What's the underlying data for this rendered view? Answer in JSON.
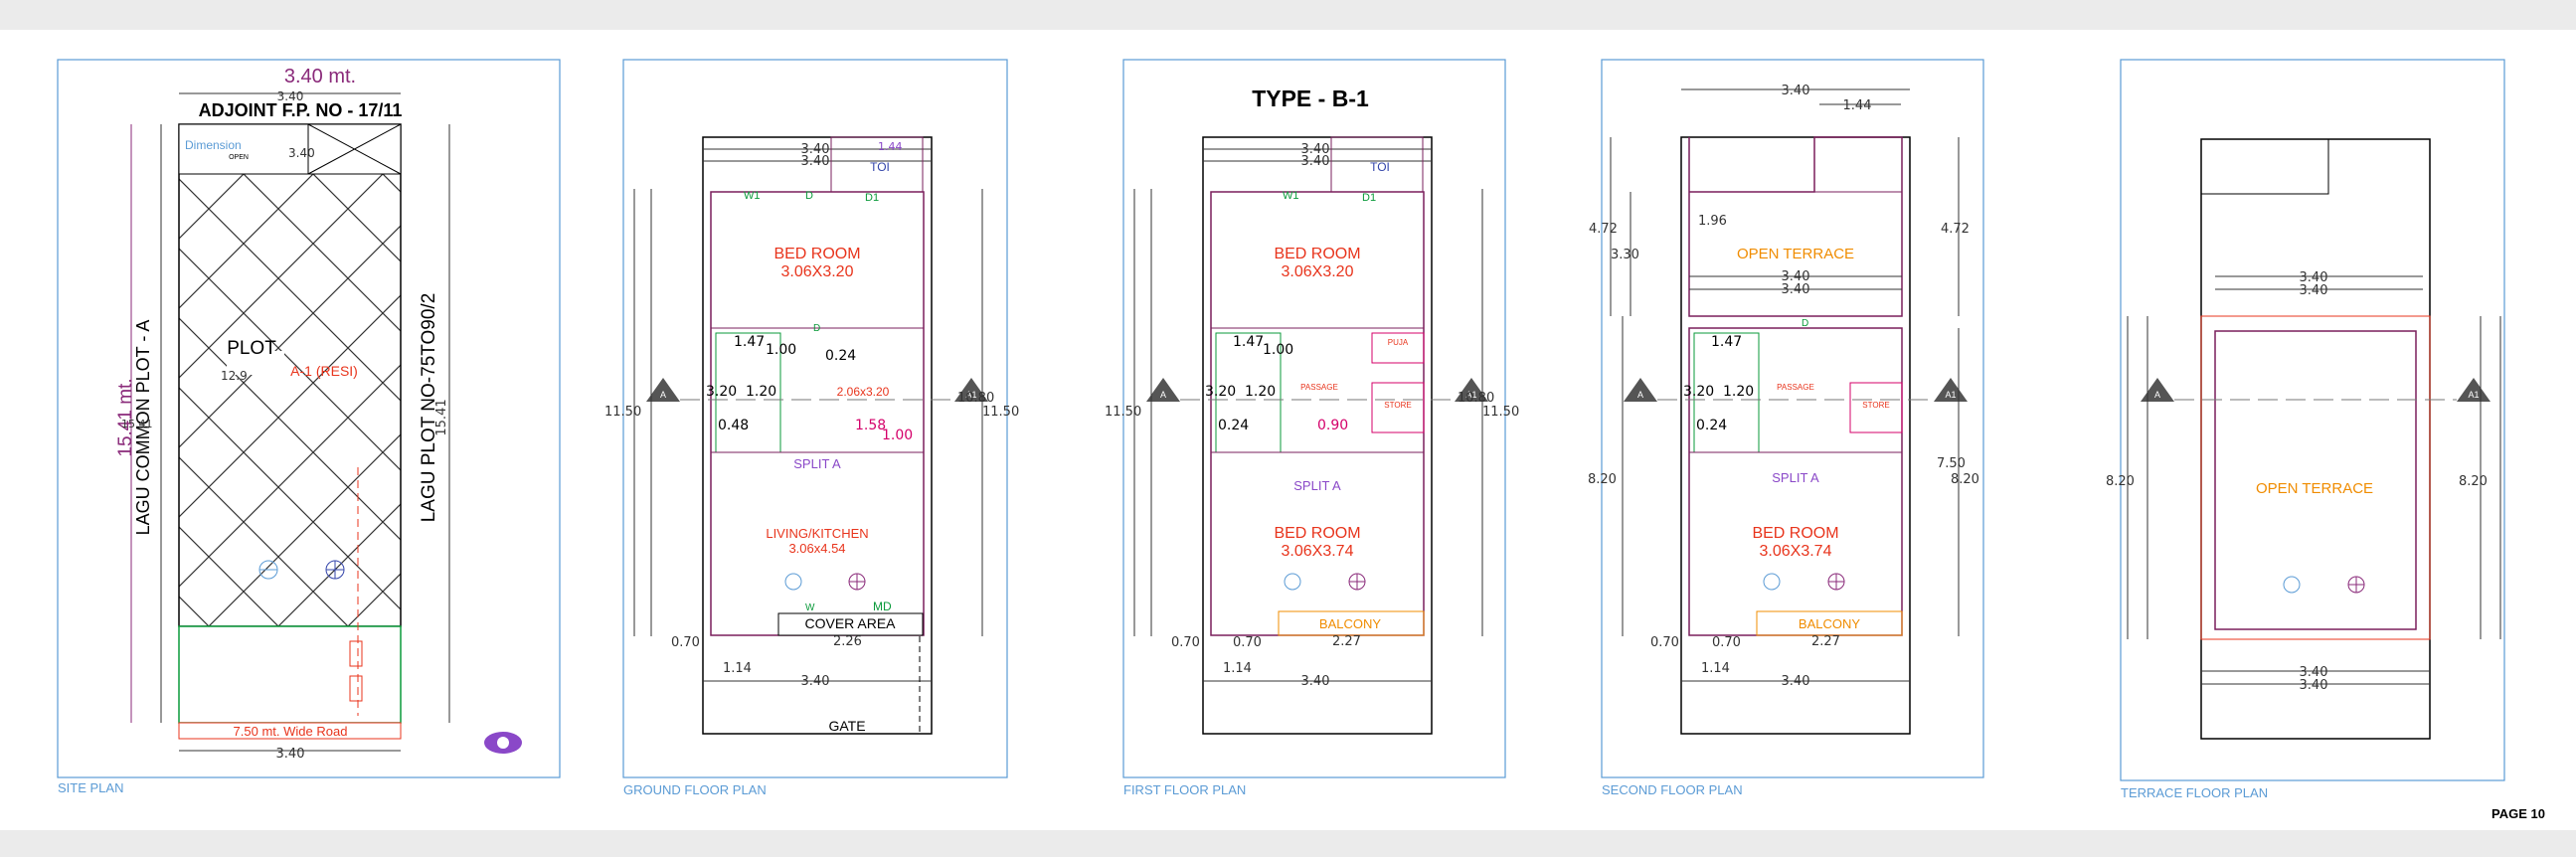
{
  "page": {
    "number_label": "PAGE 10"
  },
  "type_title": "TYPE - B-1",
  "colors": {
    "frame": "#5b9bd5",
    "wall": "#7a1f5c",
    "room_red": "#e8341c",
    "door_green": "#0a9a3a",
    "orange": "#f08c00",
    "purple": "#8a48c8",
    "magenta": "#d4006a",
    "blue": "#3344aa",
    "dim": "#333333"
  },
  "common": {
    "w340": "3.40",
    "w340_mt": "3.40 mt.",
    "w144": "1.44",
    "w114": "1.14",
    "w070": "0.70",
    "w226": "2.26",
    "w227": "2.27",
    "len1150": "11.50",
    "len1080": "10.80",
    "len1541": "15.41",
    "len1541_mt": "15.41 mt.",
    "len820": "8.20",
    "len750": "7.50",
    "len472": "4.72",
    "len330": "3.30",
    "len196": "1.96",
    "marker_a": "A",
    "marker_a1": "A1",
    "door_d": "D",
    "door_d1": "D1",
    "window_w": "W",
    "window_w1": "W1",
    "door_md": "MD"
  },
  "site_plan": {
    "caption": "SITE PLAN",
    "adjoint": "ADJOINT F.P. NO - 17/11",
    "left_label": "LAGU COMMON PLOT - A",
    "right_label": "LAGU PLOT NO-75TO90/2",
    "plot_label": "PLOT",
    "plot_code": "A-1 (RESI)",
    "road": "7.50 mt. Wide Road",
    "open": "OPEN",
    "sub_label": "Dimension"
  },
  "ground_floor": {
    "caption": "GROUND FLOOR PLAN",
    "toilet": "TOI",
    "bedroom": "BED ROOM",
    "bedroom_size": "3.06X3.20",
    "split": "SPLIT A",
    "living": "LIVING/KITCHEN",
    "living_size": "3.06x4.54",
    "cover": "COVER AREA",
    "gate": "GATE",
    "passage_dim": "2.06x3.20"
  },
  "first_floor": {
    "caption": "FIRST FLOOR PLAN",
    "toilet": "TOI",
    "bedroom1": "BED ROOM",
    "bedroom1_size": "3.06X3.20",
    "split": "SPLIT A",
    "bedroom2": "BED ROOM",
    "bedroom2_size": "3.06X3.74",
    "balcony": "BALCONY",
    "puja": "PUJA",
    "passage": "PASSAGE",
    "store": "STORE"
  },
  "second_floor": {
    "caption": "SECOND FLOOR PLAN",
    "open_terrace": "OPEN TERRACE",
    "split": "SPLIT A",
    "bedroom": "BED ROOM",
    "bedroom_size": "3.06X3.74",
    "balcony": "BALCONY",
    "passage": "PASSAGE",
    "store": "STORE"
  },
  "terrace": {
    "caption": "TERRACE FLOOR PLAN",
    "open_terrace": "OPEN TERRACE"
  }
}
